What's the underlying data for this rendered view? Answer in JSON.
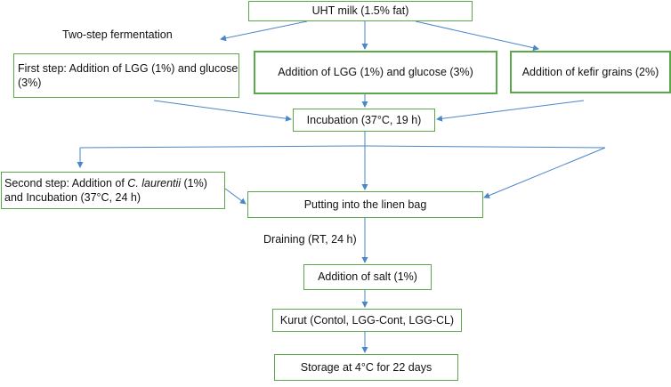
{
  "diagram": {
    "colors": {
      "box_border": "#5aa84a",
      "arrow": "#4a86c8",
      "text": "#111111"
    },
    "nodes": {
      "uht_milk": "UHT milk (1.5% fat)",
      "two_step_label": "Two-step fermentation",
      "first_step": "First step: Addition of LGG (1%) and glucose (3%)",
      "lgg_glucose": "Addition of LGG (1%) and glucose (3%)",
      "kefir": "Addition of kefir grains (2%)",
      "incubation": "Incubation (37°C, 19 h)",
      "second_step_prefix": "Second step: Addition of ",
      "second_step_organism": "C. laurentii",
      "second_step_suffix": " (1%) and Incubation (37°C, 24 h)",
      "linen_bag": "Putting into the linen bag",
      "draining": "Draining (RT, 24 h)",
      "salt": "Addition of salt (1%)",
      "kurut": "Kurut (Contol, LGG-Cont, LGG-CL)",
      "storage": "Storage at 4°C for 22 days"
    }
  }
}
